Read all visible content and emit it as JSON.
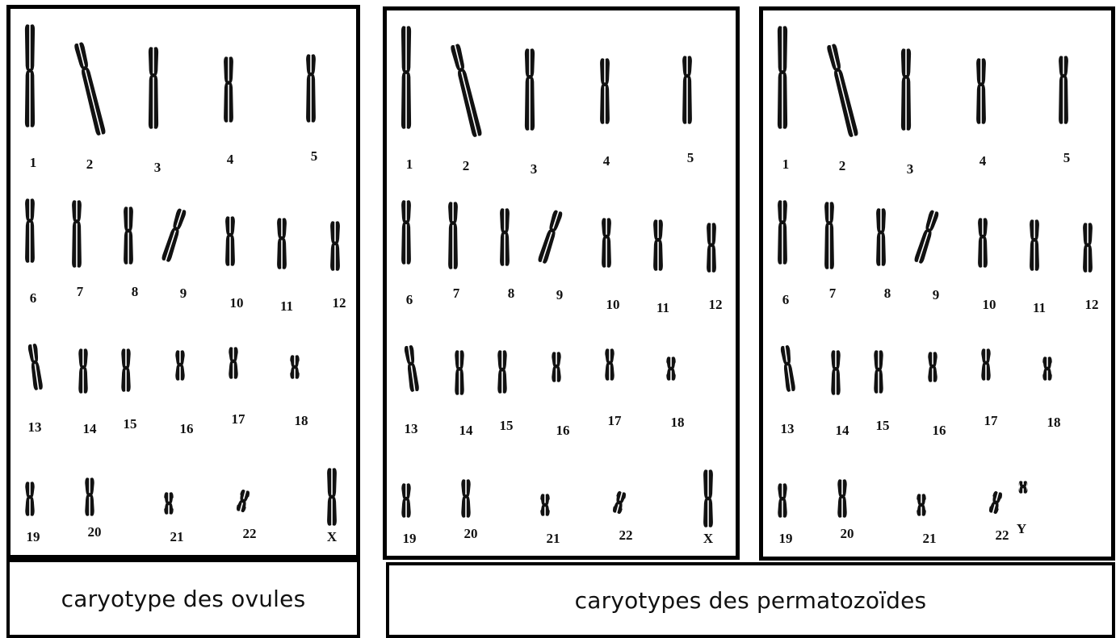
{
  "panels": [
    {
      "name": "ovule",
      "chromosomes": [
        "1",
        "2",
        "3",
        "4",
        "5",
        "6",
        "7",
        "8",
        "9",
        "10",
        "11",
        "12",
        "13",
        "14",
        "15",
        "16",
        "17",
        "18",
        "19",
        "20",
        "21",
        "22",
        "X"
      ]
    },
    {
      "name": "sperm-x",
      "chromosomes": [
        "1",
        "2",
        "3",
        "4",
        "5",
        "6",
        "7",
        "8",
        "9",
        "10",
        "11",
        "12",
        "13",
        "14",
        "15",
        "16",
        "17",
        "18",
        "19",
        "20",
        "21",
        "22",
        "X"
      ]
    },
    {
      "name": "sperm-y",
      "chromosomes": [
        "1",
        "2",
        "3",
        "4",
        "5",
        "6",
        "7",
        "8",
        "9",
        "10",
        "11",
        "12",
        "13",
        "14",
        "15",
        "16",
        "17",
        "18",
        "19",
        "20",
        "21",
        "22",
        "Y"
      ]
    }
  ],
  "captions": {
    "ovules": "caryotype des ovules",
    "spermatozoides": "caryotypes des permatozoïdes"
  }
}
